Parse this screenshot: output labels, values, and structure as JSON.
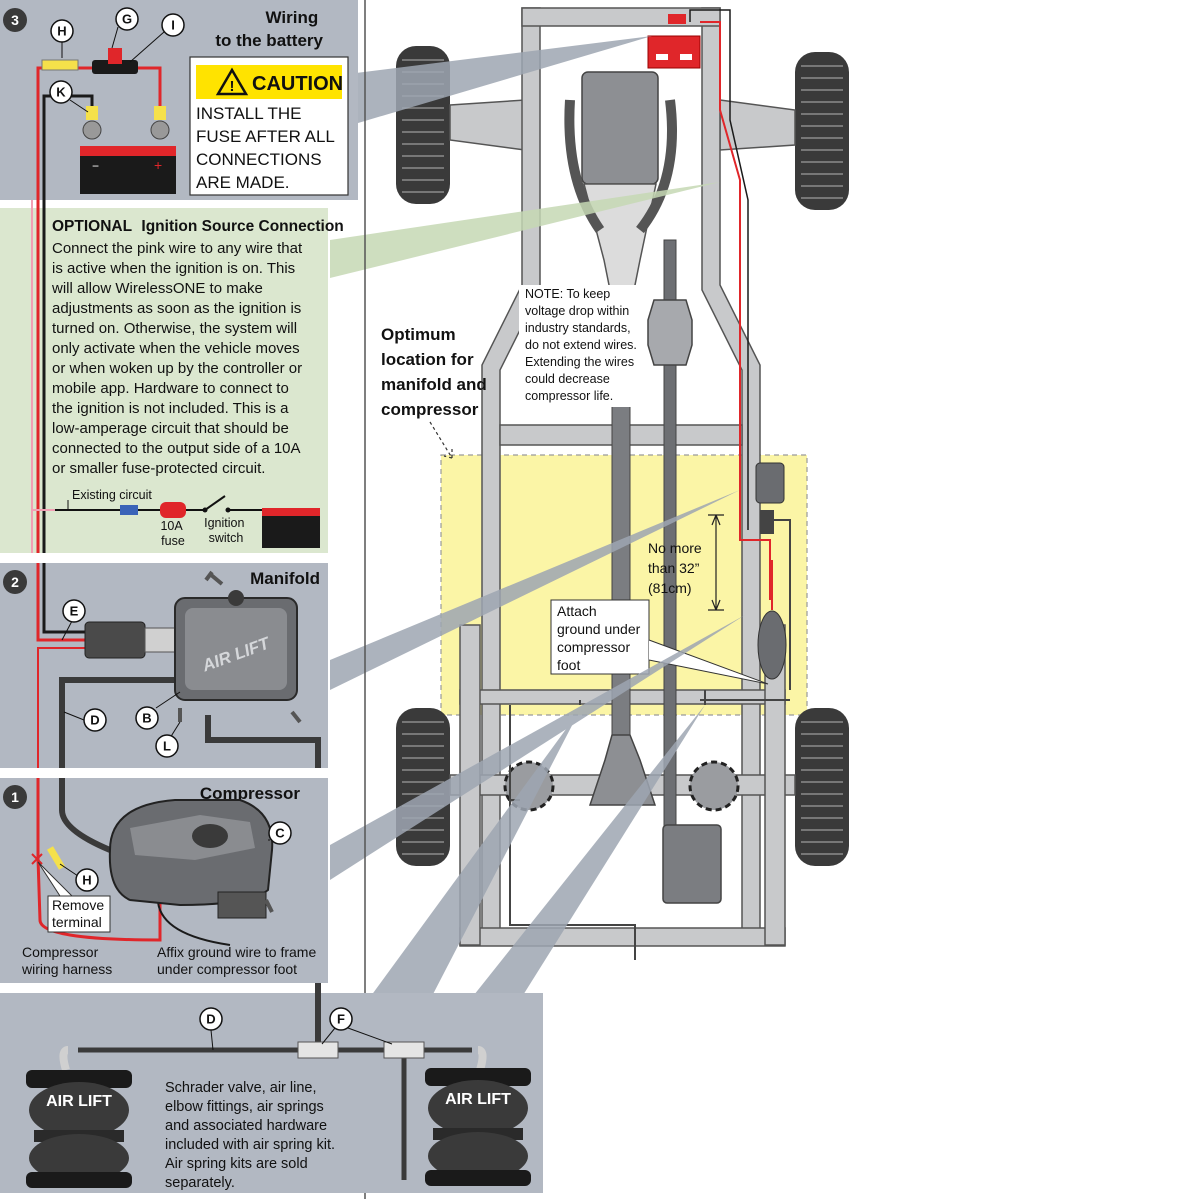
{
  "colors": {
    "panel_gray": "#b2b8c2",
    "panel_green": "#dbe7cf",
    "panel_caution_yellow": "#ffe300",
    "highlight_yellow": "#fbf5a6",
    "frame_gray": "#c8c9cb",
    "wire_red": "#e0262a",
    "wire_black": "#1a1a1a",
    "wire_pink": "#f2a0b4",
    "step_badge": "#3a3a3a"
  },
  "panels": {
    "wiring": {
      "step": "3",
      "title_line1": "Wiring",
      "title_line2": "to the battery",
      "caution_label": "CAUTION",
      "caution_text": [
        "INSTALL THE",
        "FUSE AFTER ALL",
        "CONNECTIONS",
        "ARE MADE."
      ],
      "callouts": [
        "H",
        "G",
        "I",
        "K"
      ]
    },
    "ignition": {
      "title_bold": "OPTIONAL",
      "title_rest": "Ignition Source Connection",
      "body": [
        "Connect the pink wire to any wire that",
        "is active when the ignition is on. This",
        "will allow WirelessONE to make",
        "adjustments as soon as the ignition is",
        "turned on. Otherwise, the system will",
        "only activate when the vehicle moves",
        "or when woken up by the controller or",
        "mobile app. Hardware to connect to",
        "the ignition is not included. This is a",
        "low-amperage circuit that should be",
        "connected to the output side of a 10A",
        "or smaller fuse-protected circuit."
      ],
      "existing_circuit": "Existing circuit",
      "fuse_line1": "10A",
      "fuse_line2": "fuse",
      "switch_line1": "Ignition",
      "switch_line2": "switch"
    },
    "manifold": {
      "step": "2",
      "title": "Manifold",
      "brand": "AIR LIFT",
      "callouts": [
        "E",
        "D",
        "B",
        "L"
      ]
    },
    "compressor": {
      "step": "1",
      "title": "Compressor",
      "callouts": [
        "C",
        "H"
      ],
      "remove_terminal": [
        "Remove",
        "terminal"
      ],
      "harness": [
        "Compressor",
        "wiring harness"
      ],
      "ground": [
        "Affix ground wire to frame",
        "under compressor foot"
      ]
    },
    "springs": {
      "callouts": [
        "D",
        "F"
      ],
      "brand_left": "AIR LIFT",
      "brand_right": "AIR LIFT",
      "note": [
        "Schrader valve, air line,",
        "elbow fittings, air springs",
        "and associated hardware",
        "included with air spring kit.",
        "Air spring kits are sold",
        "separately."
      ]
    }
  },
  "chassis": {
    "voltage_note": [
      "NOTE: To keep",
      "voltage drop within",
      "industry standards,",
      "do not extend wires.",
      "Extending the wires",
      "could decrease",
      "compressor life."
    ],
    "optimum_location": [
      "Optimum",
      "location for",
      "manifold and",
      "compressor"
    ],
    "distance": [
      "No more",
      "than 32”",
      "(81cm)"
    ],
    "ground_note": [
      "Attach",
      "ground under",
      "compressor",
      "foot"
    ]
  }
}
